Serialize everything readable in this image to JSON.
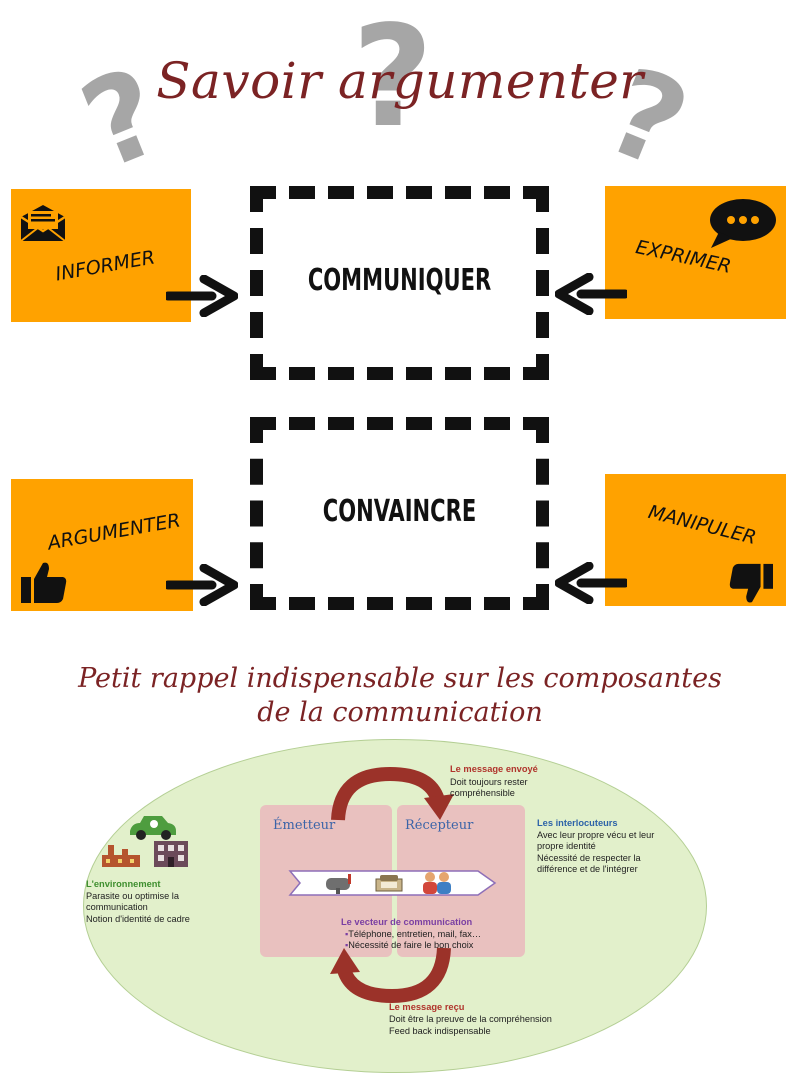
{
  "header": {
    "title": "Savoir argumenter"
  },
  "decor": {
    "question_mark": "?",
    "question_color": "#a6a6a6"
  },
  "center_boxes": {
    "communiquer": "COMMUNIQUER",
    "convaincre": "CONVAINCRE"
  },
  "side_boxes": {
    "informer": {
      "label": "INFORMER",
      "icon": "envelope-icon"
    },
    "exprimer": {
      "label": "EXPRIMER",
      "icon": "speech-bubble-icon"
    },
    "argumenter": {
      "label": "ARGUMENTER",
      "icon": "thumbs-up-icon"
    },
    "manipuler": {
      "label": "MANIPULER",
      "icon": "thumbs-down-icon"
    }
  },
  "colors": {
    "orange": "#ffa200",
    "title_red": "#7b2324",
    "ellipse_green": "#e2f0cb",
    "pink": "#e9c1bf",
    "cycle_arrow": "#9b3229"
  },
  "subtitle": {
    "line1": "Petit rappel indispensable sur les composantes",
    "line2": "de la communication"
  },
  "communication_diagram": {
    "emetteur": "Émetteur",
    "recepteur": "Récepteur",
    "message_envoye": {
      "title": "Le message envoyé",
      "line1": "Doit toujours rester",
      "line2": "compréhensible"
    },
    "interlocuteurs": {
      "title": "Les interlocuteurs",
      "line1": "Avec leur propre vécu et leur",
      "line2": "propre identité",
      "line3": "Nécessité de respecter la",
      "line4": "différence et de l'intégrer"
    },
    "environnement": {
      "title": "L'environnement",
      "line1": "Parasite ou optimise la",
      "line2": "communication",
      "line3": "Notion d'identité de cadre"
    },
    "vecteur": {
      "title": "Le vecteur de communication",
      "line1": "Téléphone, entretien, mail, fax…",
      "line2": "Nécessité de faire le bon choix"
    },
    "message_recu": {
      "title": "Le message reçu",
      "line1": "Doit être la preuve de la compréhension",
      "line2": "Feed back indispensable"
    }
  }
}
